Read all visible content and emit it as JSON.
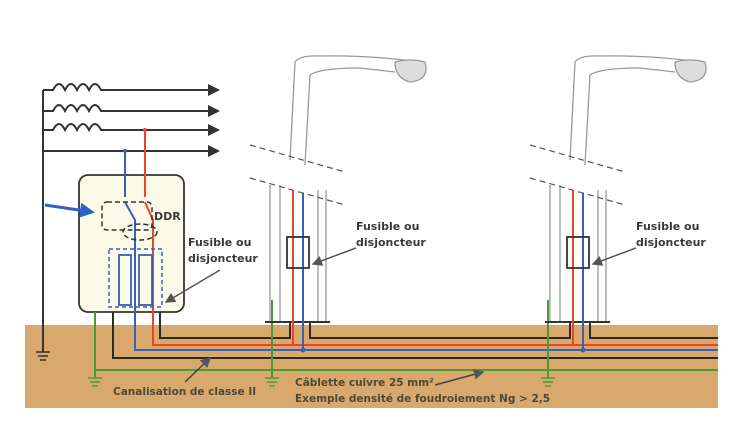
{
  "labels": {
    "ddr": "DDR",
    "fuse_box_line1": "Fusible ou",
    "fuse_box_line2": "disjoncteur",
    "fuse_pole1_line1": "Fusible ou",
    "fuse_pole1_line2": "disjoncteur",
    "fuse_pole2_line1": "Fusible ou",
    "fuse_pole2_line2": "disjoncteur",
    "class2": "Canalisation de classe II",
    "cable_line1": "Câblette cuivre 25 mm²",
    "cable_line2": "Exemple densité de foudroiement Ng > 2,5"
  },
  "colors": {
    "ground": "#d8a86c",
    "phase": "#e8452a",
    "neutral": "#3a5fb8",
    "earth": "#4a9a3a",
    "conduit": "#2b2b2b",
    "box": "#fbf9e8",
    "arrow": "#2f62c8"
  }
}
